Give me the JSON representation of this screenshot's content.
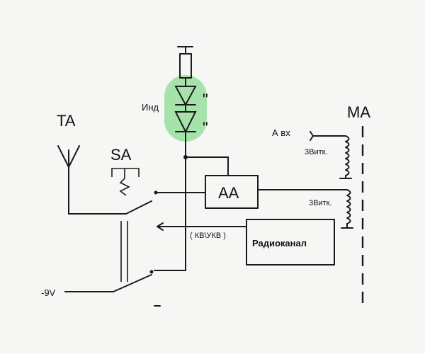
{
  "labels": {
    "ta": "TA",
    "sa": "SA",
    "ma": "MA",
    "ind": "Инд",
    "quote1": "\"",
    "quote2": "\"",
    "a_vx": "А вх",
    "turns1": "3Витк.",
    "turns2": "3Витк.",
    "aa": "AA",
    "radio": "Радиоканал",
    "kv_ukv": "( КВ\\УКВ )",
    "minus9v": "-9V"
  },
  "colors": {
    "ink": "#1a1a1a",
    "paper": "#f6f6f4",
    "highlight": "#9fe3a6"
  }
}
